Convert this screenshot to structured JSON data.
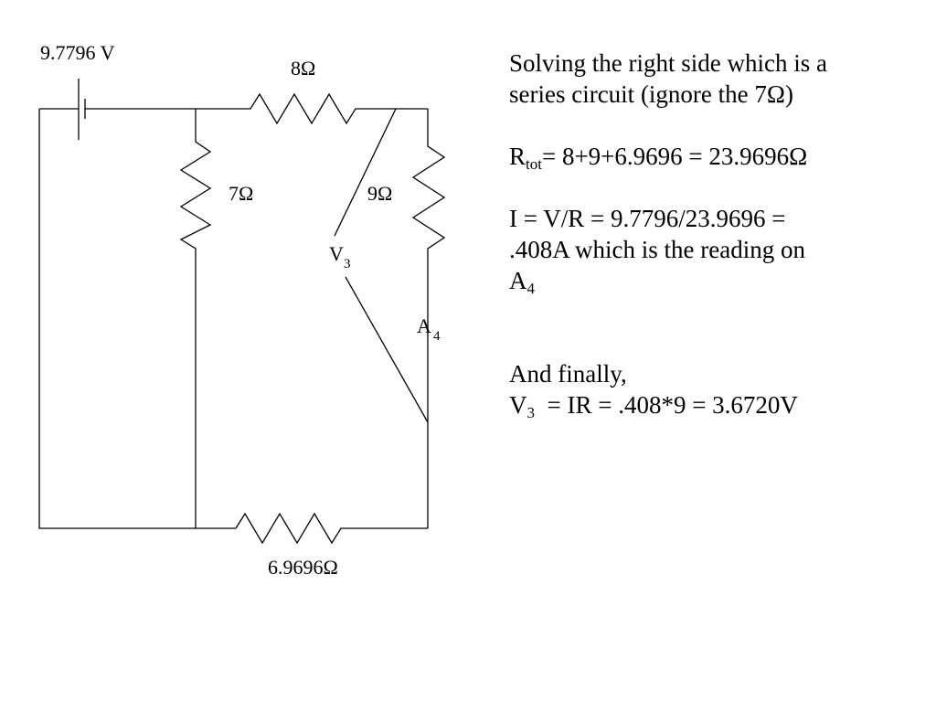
{
  "circuit": {
    "battery_label": "9.7796 V",
    "r8_label": "8Ω",
    "r7_label": "7Ω",
    "r9_label": "9Ω",
    "r6969_label": "6.9696Ω",
    "voltmeter": {
      "letter": "V",
      "sub": "3"
    },
    "ammeter": {
      "letter": "A",
      "sub": "4"
    }
  },
  "notes": {
    "line1": "Solving the right side which is a",
    "line2": "series circuit (ignore the 7Ω)",
    "rtot": {
      "R": "R",
      "sub": "tot",
      "rest": "= 8+9+6.9696 = 23.9696Ω"
    },
    "current_line1": "I = V/R = 9.7796/23.9696 =",
    "current_line2": ".408A which is the reading on",
    "current_line3": {
      "letter": "A",
      "sub": "4"
    },
    "finally": "And finally,",
    "v3": {
      "letter": "V",
      "sub": "3",
      "rest": "  = IR = .408*9 = 3.6720V"
    }
  }
}
